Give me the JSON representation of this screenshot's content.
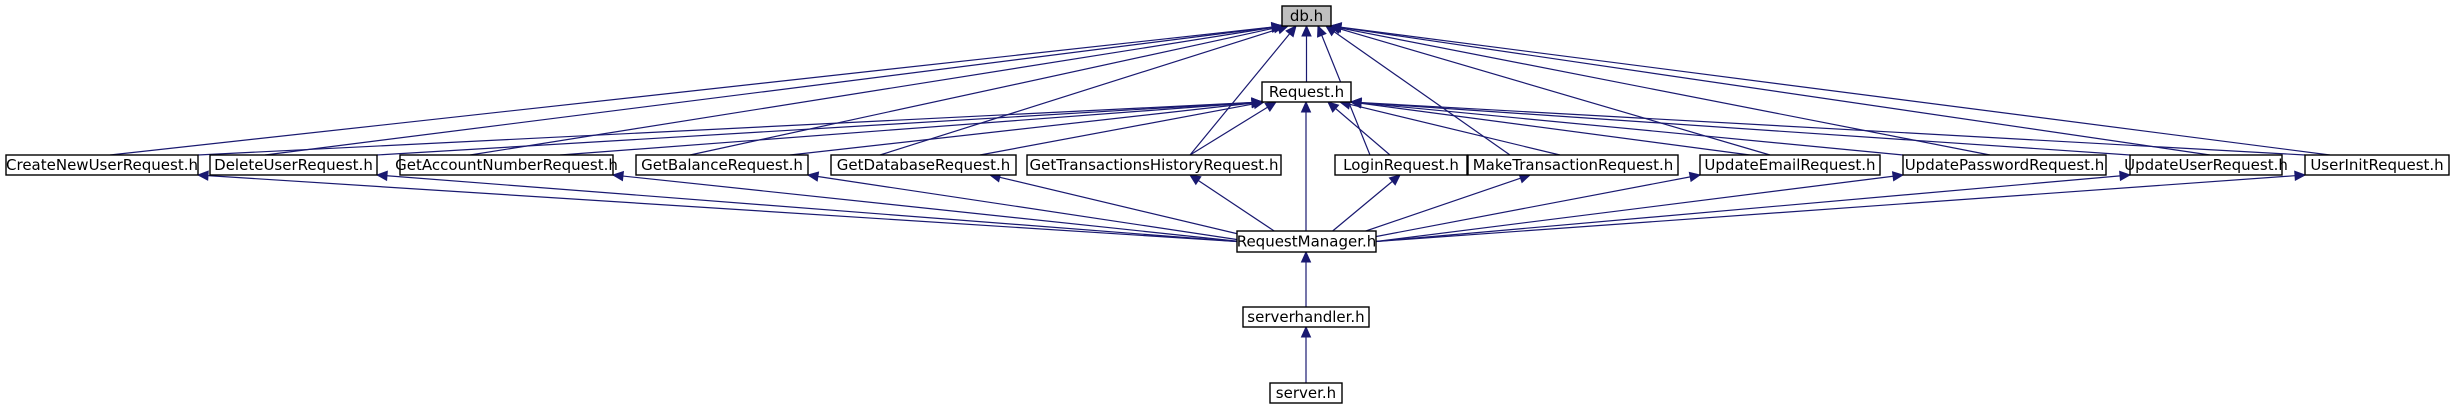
{
  "diagram": {
    "nodes": [
      {
        "id": "db",
        "label": "db.h",
        "current": true
      },
      {
        "id": "request",
        "label": "Request.h"
      },
      {
        "id": "createnewuser",
        "label": "CreateNewUserRequest.h"
      },
      {
        "id": "deleteuser",
        "label": "DeleteUserRequest.h"
      },
      {
        "id": "getaccountnumber",
        "label": "GetAccountNumberRequest.h"
      },
      {
        "id": "getbalance",
        "label": "GetBalanceRequest.h"
      },
      {
        "id": "getdatabase",
        "label": "GetDatabaseRequest.h"
      },
      {
        "id": "gettransactionshistory",
        "label": "GetTransactionsHistoryRequest.h"
      },
      {
        "id": "login",
        "label": "LoginRequest.h"
      },
      {
        "id": "maketransaction",
        "label": "MakeTransactionRequest.h"
      },
      {
        "id": "updateemail",
        "label": "UpdateEmailRequest.h"
      },
      {
        "id": "updatepassword",
        "label": "UpdatePasswordRequest.h"
      },
      {
        "id": "updateuser",
        "label": "UpdateUserRequest.h"
      },
      {
        "id": "userinit",
        "label": "UserInitRequest.h"
      },
      {
        "id": "requestmanager",
        "label": "RequestManager.h"
      },
      {
        "id": "serverhandler",
        "label": "serverhandler.h"
      },
      {
        "id": "server",
        "label": "server.h"
      }
    ],
    "edges": [
      {
        "from": "request",
        "to": "db"
      },
      {
        "from": "createnewuser",
        "to": "db"
      },
      {
        "from": "deleteuser",
        "to": "db"
      },
      {
        "from": "getaccountnumber",
        "to": "db"
      },
      {
        "from": "getbalance",
        "to": "db"
      },
      {
        "from": "getdatabase",
        "to": "db"
      },
      {
        "from": "gettransactionshistory",
        "to": "db"
      },
      {
        "from": "login",
        "to": "db"
      },
      {
        "from": "maketransaction",
        "to": "db"
      },
      {
        "from": "updateemail",
        "to": "db"
      },
      {
        "from": "updatepassword",
        "to": "db"
      },
      {
        "from": "updateuser",
        "to": "db"
      },
      {
        "from": "userinit",
        "to": "db"
      },
      {
        "from": "createnewuser",
        "to": "request"
      },
      {
        "from": "deleteuser",
        "to": "request"
      },
      {
        "from": "getaccountnumber",
        "to": "request"
      },
      {
        "from": "getbalance",
        "to": "request"
      },
      {
        "from": "getdatabase",
        "to": "request"
      },
      {
        "from": "gettransactionshistory",
        "to": "request"
      },
      {
        "from": "login",
        "to": "request"
      },
      {
        "from": "maketransaction",
        "to": "request"
      },
      {
        "from": "updateemail",
        "to": "request"
      },
      {
        "from": "updatepassword",
        "to": "request"
      },
      {
        "from": "updateuser",
        "to": "request"
      },
      {
        "from": "userinit",
        "to": "request"
      },
      {
        "from": "requestmanager",
        "to": "request"
      },
      {
        "from": "requestmanager",
        "to": "createnewuser"
      },
      {
        "from": "requestmanager",
        "to": "deleteuser"
      },
      {
        "from": "requestmanager",
        "to": "getaccountnumber"
      },
      {
        "from": "requestmanager",
        "to": "getbalance"
      },
      {
        "from": "requestmanager",
        "to": "getdatabase"
      },
      {
        "from": "requestmanager",
        "to": "gettransactionshistory"
      },
      {
        "from": "requestmanager",
        "to": "login"
      },
      {
        "from": "requestmanager",
        "to": "maketransaction"
      },
      {
        "from": "requestmanager",
        "to": "updateemail"
      },
      {
        "from": "requestmanager",
        "to": "updatepassword"
      },
      {
        "from": "requestmanager",
        "to": "updateuser"
      },
      {
        "from": "requestmanager",
        "to": "userinit"
      },
      {
        "from": "serverhandler",
        "to": "requestmanager"
      },
      {
        "from": "server",
        "to": "serverhandler"
      }
    ],
    "colors": {
      "edge": "#191970",
      "node_fill": "#ffffff",
      "current_node_fill": "#bfbfbf",
      "node_border": "#000000"
    }
  }
}
